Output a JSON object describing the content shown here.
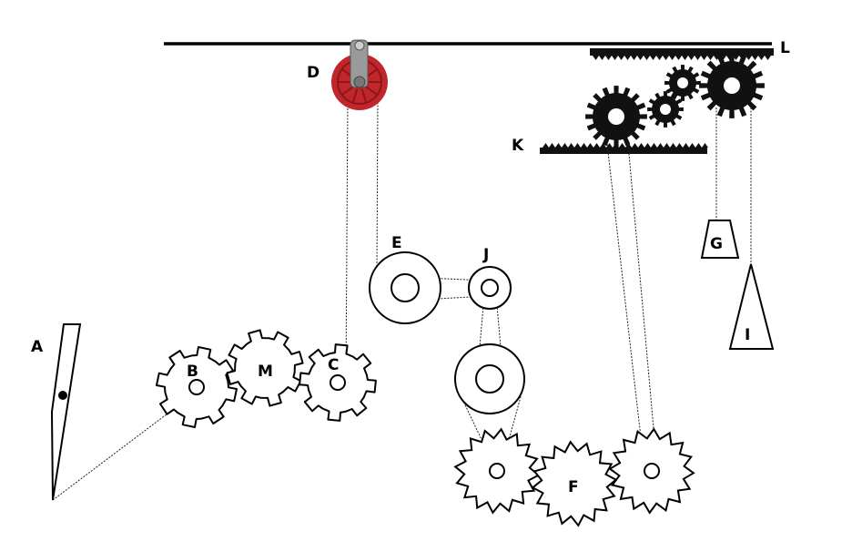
{
  "labels": {
    "A": "A",
    "B": "B",
    "C": "C",
    "D": "D",
    "E": "E",
    "F": "F",
    "G": "G",
    "I": "I",
    "J": "J",
    "K": "K",
    "L": "L",
    "M": "M"
  },
  "colors": {
    "pulley_d": "#c0262b",
    "pulley_d_dark": "#8e1619",
    "line": "#000000",
    "rack": "#111111"
  }
}
